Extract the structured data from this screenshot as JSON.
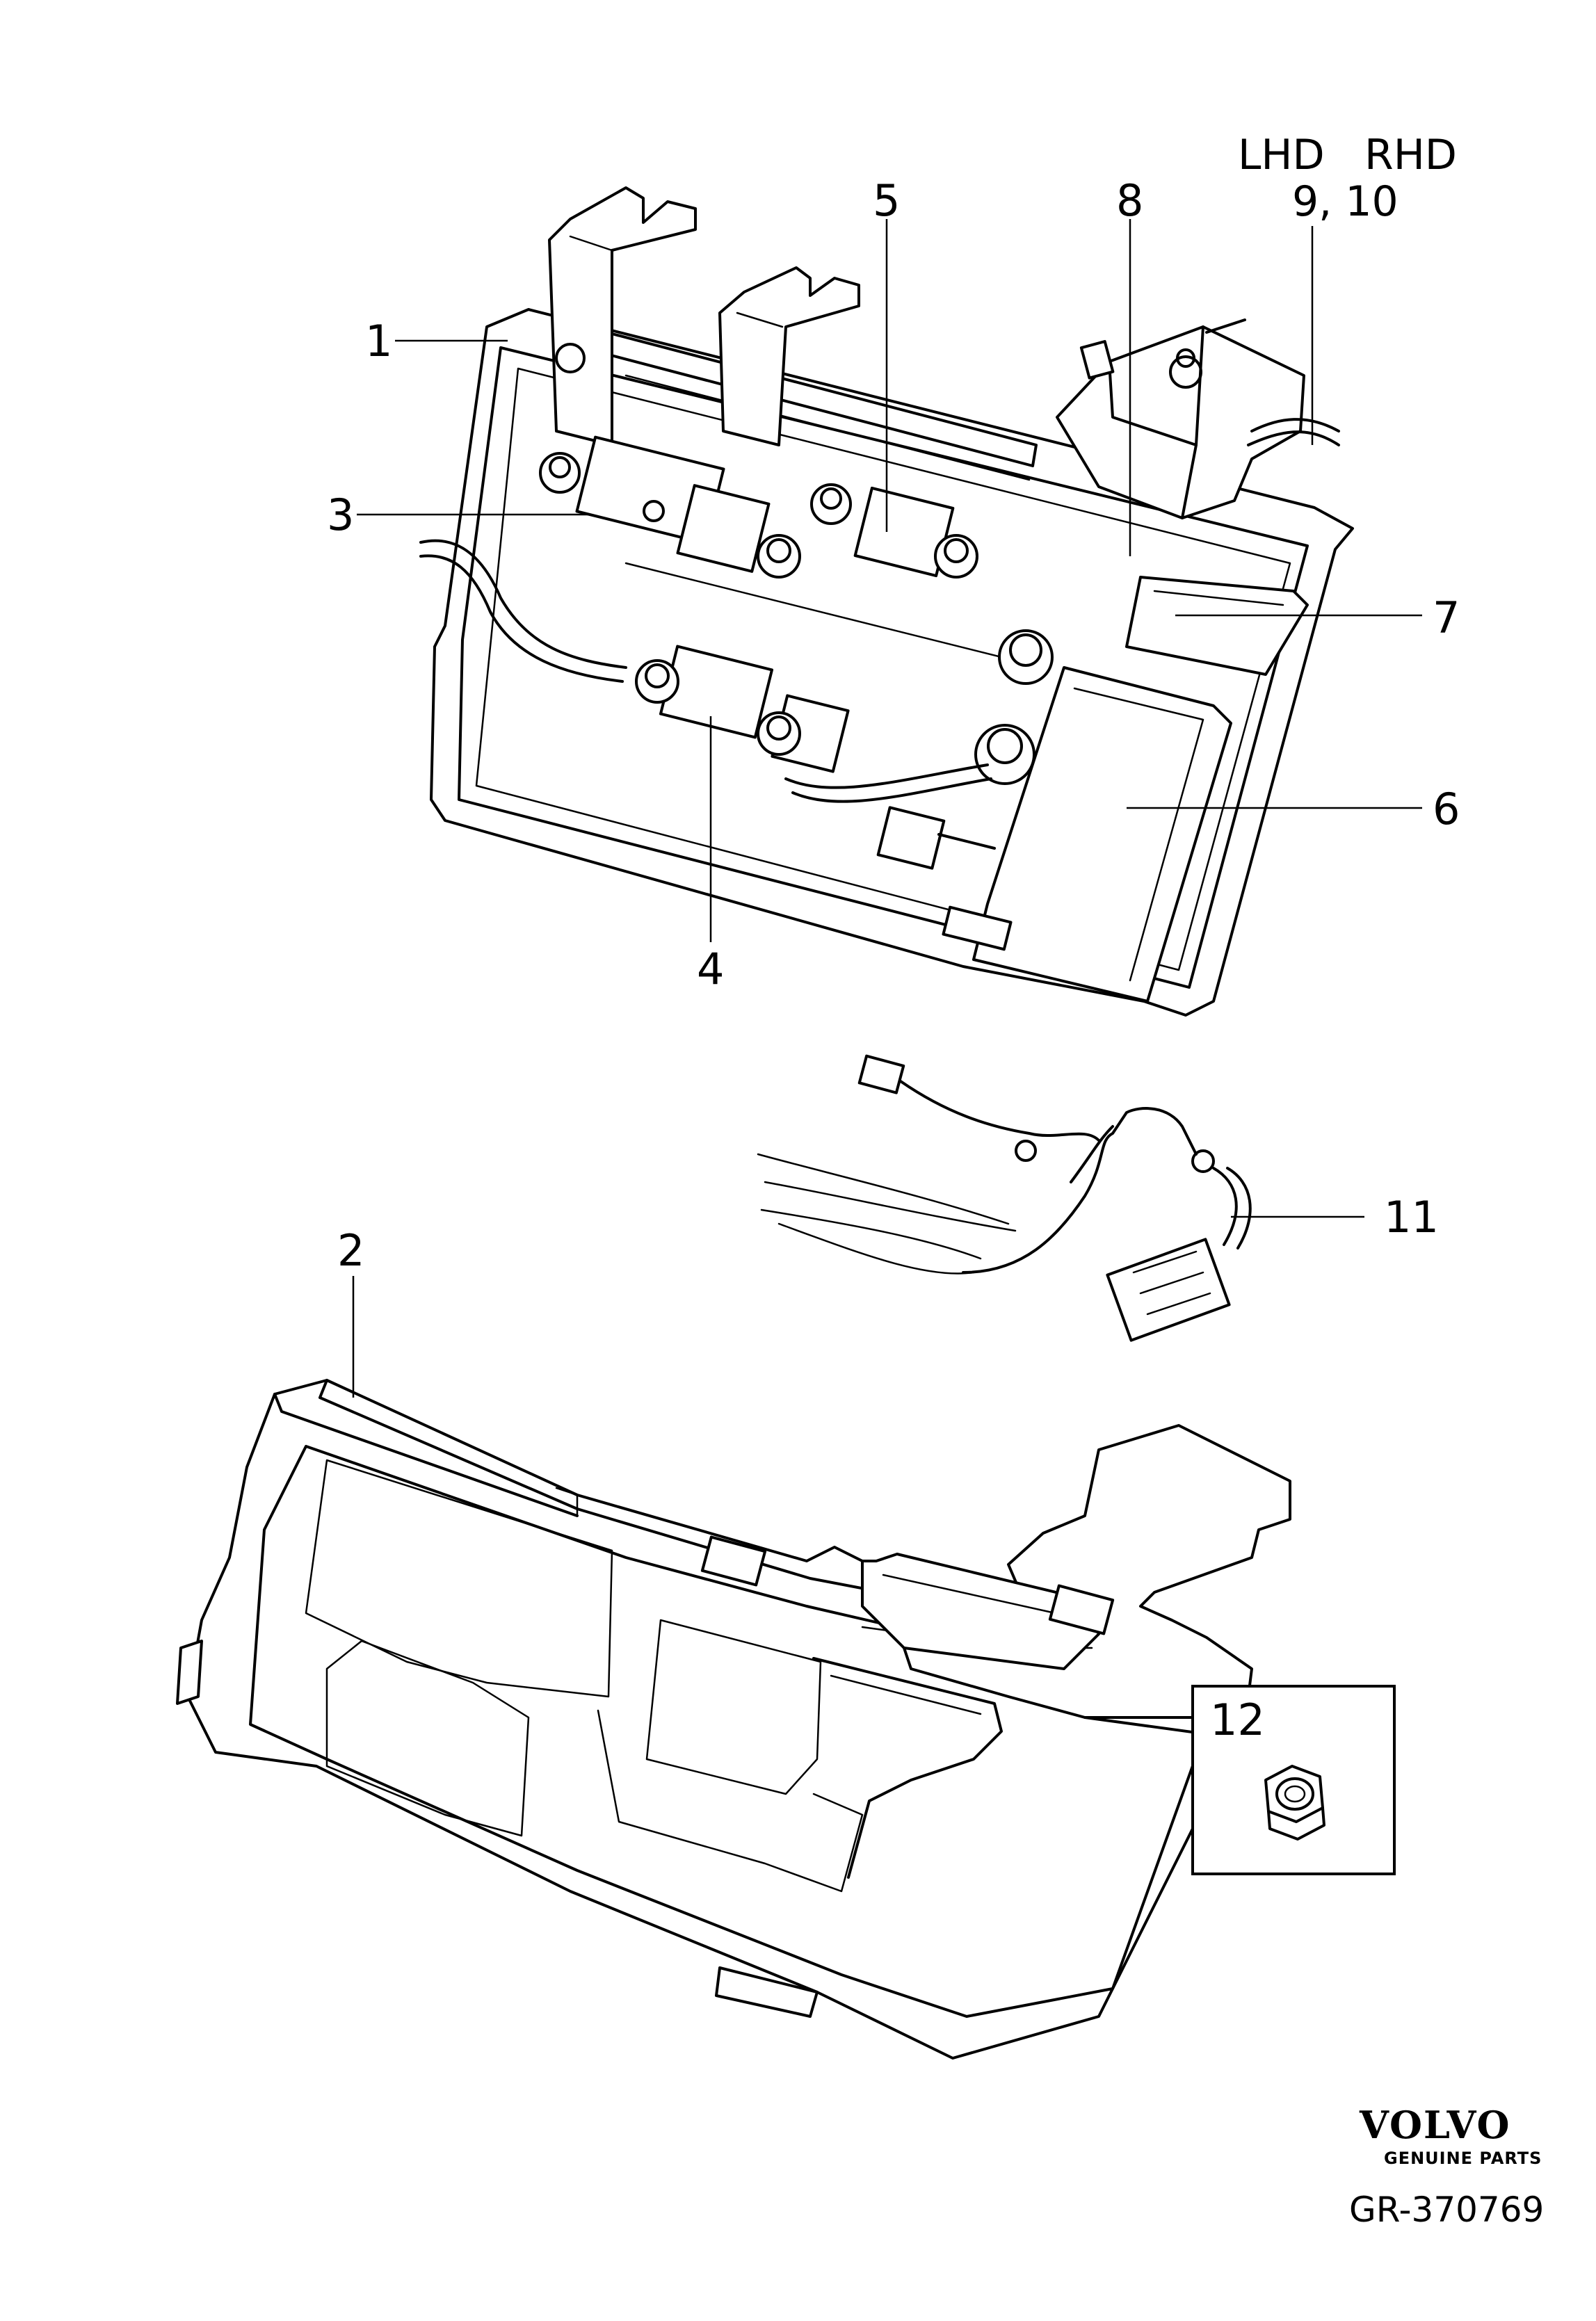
{
  "header": {
    "variant_labels": [
      "LHD",
      "RHD"
    ],
    "variant_callout": "9, 10"
  },
  "callouts": {
    "c1": "1",
    "c2": "2",
    "c3": "3",
    "c4": "4",
    "c5": "5",
    "c6": "6",
    "c7": "7",
    "c8": "8",
    "c11": "11",
    "c12": "12"
  },
  "footer": {
    "brand": "VOLVO",
    "brand_sub": "GENUINE PARTS",
    "reference": "GR-370769"
  },
  "icons": [
    "volvo-logo-icon",
    "hex-nut-icon"
  ],
  "colors": {
    "line": "#000000",
    "background": "#ffffff"
  }
}
